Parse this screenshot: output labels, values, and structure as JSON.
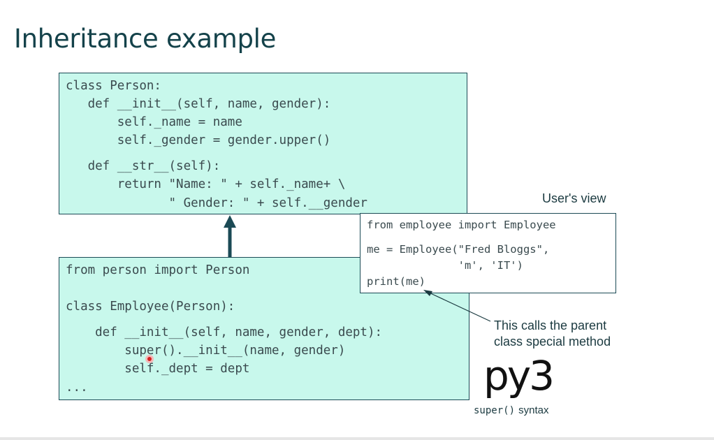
{
  "slide": {
    "title": "Inheritance example",
    "person_code": [
      "class Person:",
      "   def __init__(self, name, gender):",
      "       self._name = name",
      "       self._gender = gender.upper()",
      "   def __str__(self):",
      "       return \"Name: \" + self._name+ \\",
      "              \" Gender: \" + self.__gender"
    ],
    "employee_code": [
      "from person import Person",
      "class Employee(Person):",
      "    def __init__(self, name, gender, dept):",
      "        super().__init__(name, gender)",
      "        self._dept = dept",
      "..."
    ],
    "users_view_label": "User's view",
    "user_code": [
      "from employee import Employee",
      "me = Employee(\"Fred Bloggs\",",
      "              'm', 'IT')",
      "print(me)"
    ],
    "annotation": [
      "This calls the parent",
      "class special method"
    ],
    "py3_logo_text": "py3",
    "syntax_code": "super()",
    "syntax_word": "syntax"
  }
}
